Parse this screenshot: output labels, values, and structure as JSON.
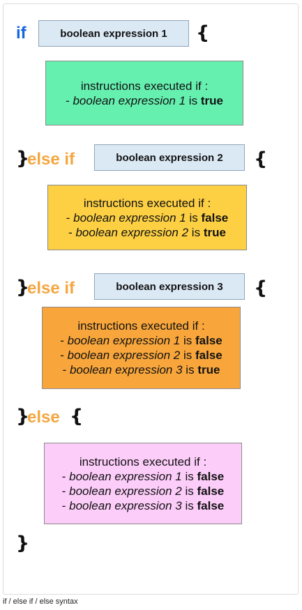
{
  "keywords": {
    "if": "if",
    "else_if_1": "else if",
    "else_if_2": "else if",
    "else": "else"
  },
  "braces": {
    "open": "{",
    "close": "}"
  },
  "conditions": [
    "boolean expression 1",
    "boolean expression 2",
    "boolean expression 3"
  ],
  "blocks": [
    {
      "heading": "instructions executed if :",
      "lines": [
        {
          "prefix": "- ",
          "expr": "boolean expression 1",
          "mid": " is ",
          "value": "true"
        }
      ]
    },
    {
      "heading": "instructions executed if :",
      "lines": [
        {
          "prefix": "- ",
          "expr": "boolean expression 1",
          "mid": " is ",
          "value": "false"
        },
        {
          "prefix": "- ",
          "expr": "boolean expression 2",
          "mid": " is ",
          "value": "true"
        }
      ]
    },
    {
      "heading": "instructions executed if :",
      "lines": [
        {
          "prefix": "- ",
          "expr": "boolean expression 1",
          "mid": " is ",
          "value": "false"
        },
        {
          "prefix": "- ",
          "expr": "boolean expression 2",
          "mid": " is ",
          "value": "false"
        },
        {
          "prefix": "- ",
          "expr": "boolean expression 3",
          "mid": " is ",
          "value": "true"
        }
      ]
    },
    {
      "heading": "instructions executed if :",
      "lines": [
        {
          "prefix": "- ",
          "expr": "boolean expression 1",
          "mid": " is ",
          "value": "false"
        },
        {
          "prefix": "- ",
          "expr": "boolean expression 2",
          "mid": " is ",
          "value": "false"
        },
        {
          "prefix": "- ",
          "expr": "boolean expression 3",
          "mid": " is ",
          "value": "false"
        }
      ]
    }
  ],
  "colors": {
    "if_keyword": "#1565e0",
    "else_keyword": "#f4a640",
    "condition_box": "#dbe9f5",
    "block_1": "#66f0b0",
    "block_2": "#fdd044",
    "block_3": "#f8a63c",
    "block_4": "#fdcdfa"
  },
  "caption": "if / else if / else syntax"
}
